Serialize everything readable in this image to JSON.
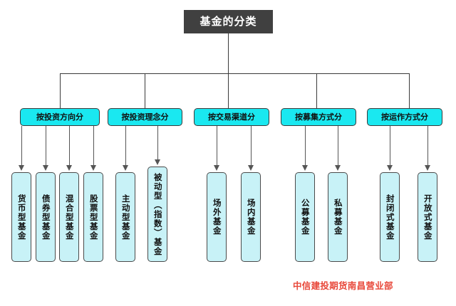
{
  "diagram": {
    "root": {
      "label": "基金的分类",
      "bg_color": "#404040",
      "text_color": "#ffffff"
    },
    "category_color": "#1ae8f0",
    "leaf_color": "#c8f2f7",
    "line_color": "#3a3a3a",
    "categories": [
      {
        "label": "按投资方向分",
        "children": [
          {
            "label": "货币型基金"
          },
          {
            "label": "债券型基金"
          },
          {
            "label": "混合型基金"
          },
          {
            "label": "股票型基金"
          }
        ]
      },
      {
        "label": "按投资理念分",
        "children": [
          {
            "label": "主动型基金"
          },
          {
            "label": "被动型（指数）基金"
          }
        ]
      },
      {
        "label": "按交易渠道分",
        "children": [
          {
            "label": "场外基金"
          },
          {
            "label": "场内基金"
          }
        ]
      },
      {
        "label": "按募集方式分",
        "children": [
          {
            "label": "公募基金"
          },
          {
            "label": "私募基金"
          }
        ]
      },
      {
        "label": "按运作方式分",
        "children": [
          {
            "label": "封闭式基金"
          },
          {
            "label": "开放式基金"
          }
        ]
      }
    ]
  },
  "footer": {
    "credit": "中信建投期货南昌营业部",
    "color": "#e8483a"
  }
}
